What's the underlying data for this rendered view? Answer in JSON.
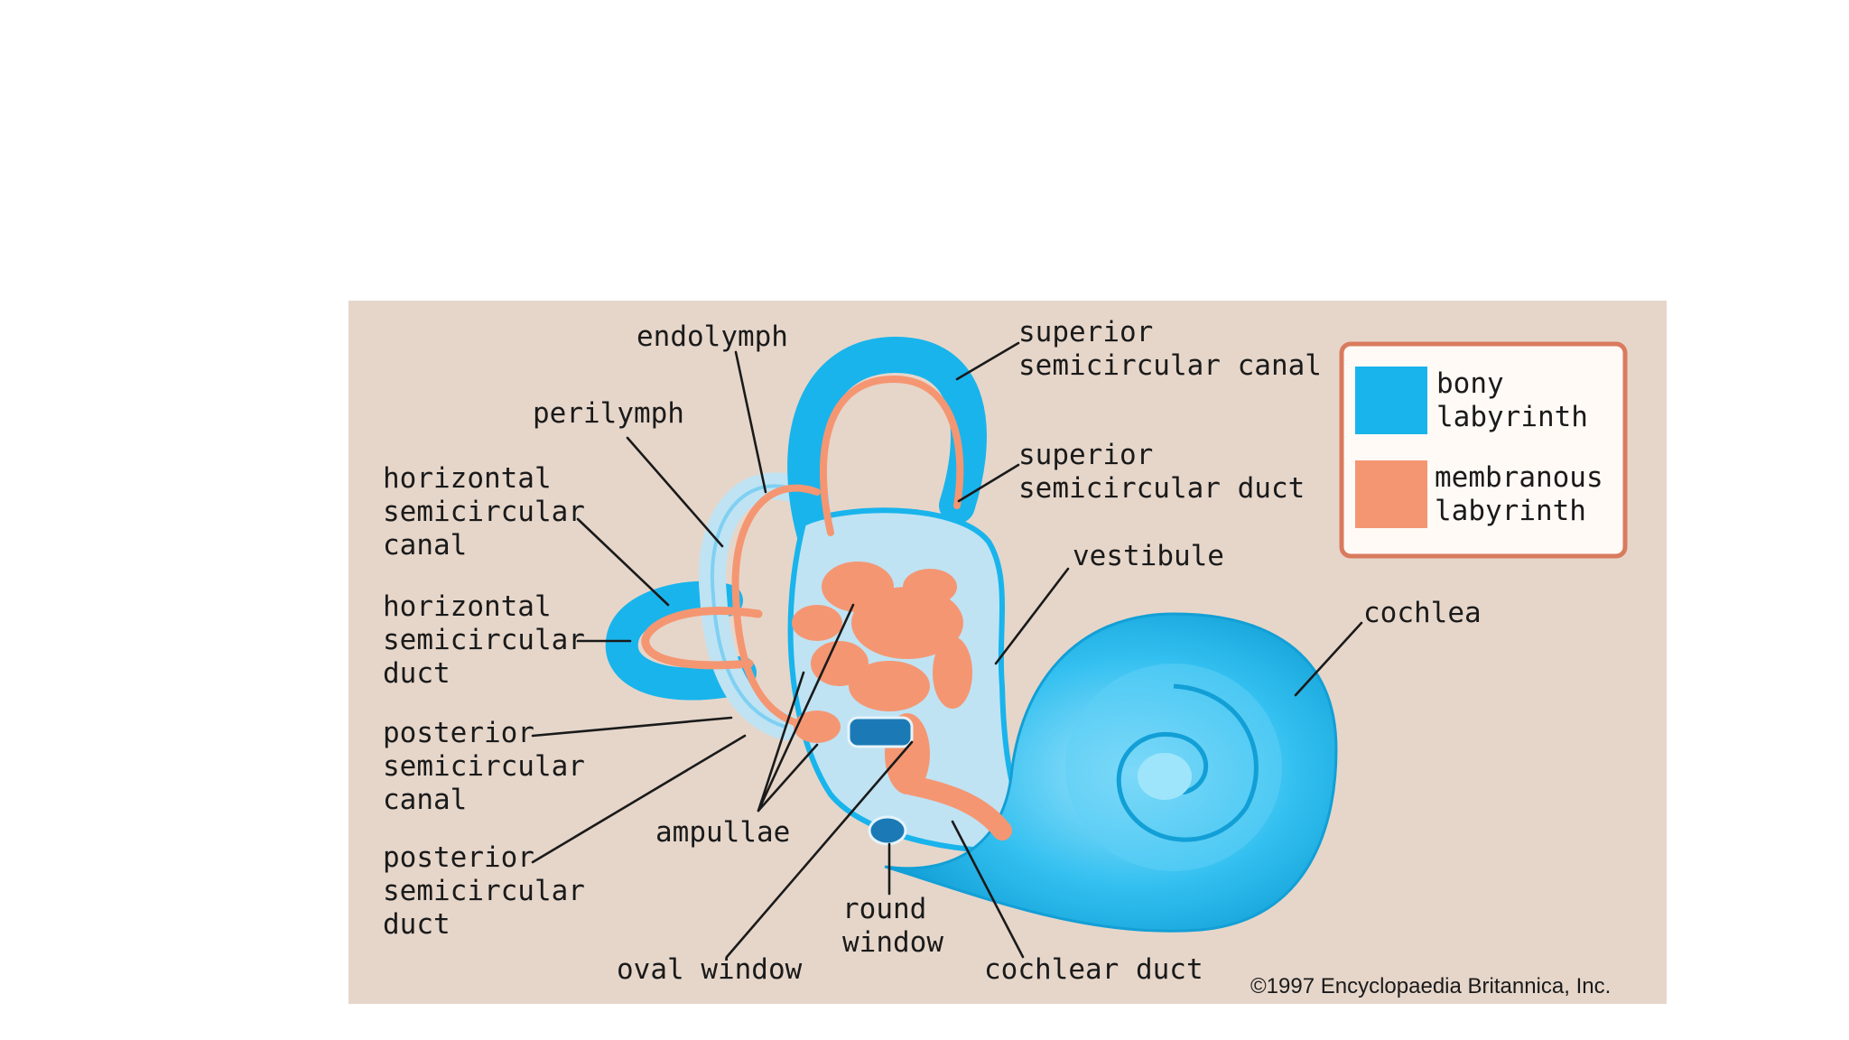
{
  "figure": {
    "colors": {
      "background": "#e6d6ca",
      "bony_labyrinth": "#19b4ec",
      "membranous_labyrinth": "#f59672",
      "fluid_space": "#bfe3f3"
    },
    "labels": {
      "endolymph": "endolymph",
      "perilymph": "perilymph",
      "horizontal_canal": [
        "horizontal",
        "semicircular",
        "canal"
      ],
      "horizontal_duct": [
        "horizontal",
        "semicircular",
        "duct"
      ],
      "posterior_canal": [
        "posterior",
        "semicircular",
        "canal"
      ],
      "posterior_duct": [
        "posterior",
        "semicircular",
        "duct"
      ],
      "ampullae": "ampullae",
      "oval_window": "oval window",
      "round_window": [
        "round",
        "window"
      ],
      "cochlear_duct": "cochlear duct",
      "superior_canal": [
        "superior",
        "semicircular canal"
      ],
      "superior_duct": [
        "superior",
        "semicircular duct"
      ],
      "vestibule": "vestibule",
      "cochlea": "cochlea"
    },
    "legend": {
      "items": [
        {
          "lines": [
            "bony",
            "labyrinth"
          ],
          "color": "#19b4ec"
        },
        {
          "lines": [
            "membranous",
            "labyrinth"
          ],
          "color": "#f59672"
        }
      ]
    },
    "copyright": "©1997 Encyclopaedia Britannica, Inc."
  }
}
